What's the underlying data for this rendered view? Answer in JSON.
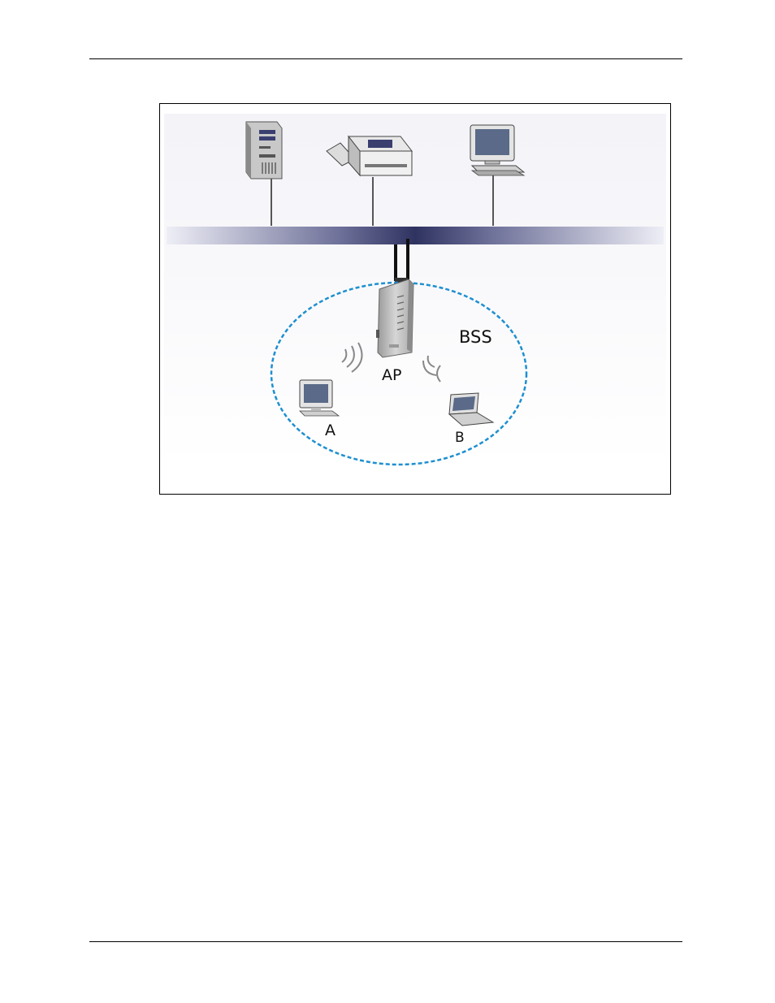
{
  "figure": {
    "labels": {
      "bss": "BSS",
      "ap": "AP",
      "station_a": "A",
      "station_b": "B"
    },
    "icons": [
      "server-icon",
      "printer-icon",
      "desktop-computer-icon",
      "access-point-icon",
      "laptop-icon",
      "wireless-signal-icon"
    ],
    "colors": {
      "backbone": "#3b3f66",
      "bss_boundary": "#1e8fd0",
      "device_body": "#d8d8d8",
      "screen": "#5a6a88"
    }
  }
}
